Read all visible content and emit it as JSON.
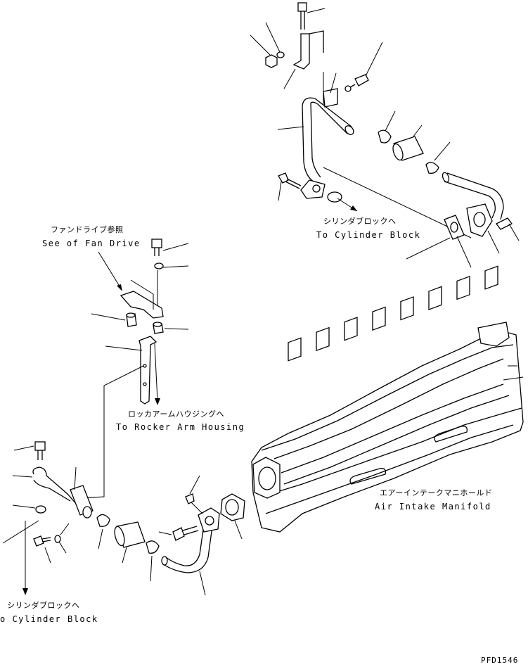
{
  "labels": {
    "cyl_block_top_jp": "シリンダブロックへ",
    "cyl_block_top_en": "To Cylinder Block",
    "fan_drive_jp": "ファンドライブ参照",
    "fan_drive_en": "See of Fan Drive",
    "rocker_jp": "ロッカアームハウジングへ",
    "rocker_en": "To Rocker Arm Housing",
    "manifold_jp": "エアーインテークマニホールド",
    "manifold_en": "Air Intake Manifold",
    "cyl_block_bottom_jp": "シリンダブロックへ",
    "cyl_block_bottom_en": "o Cylinder Block",
    "drawing_code": "PFD1546"
  }
}
